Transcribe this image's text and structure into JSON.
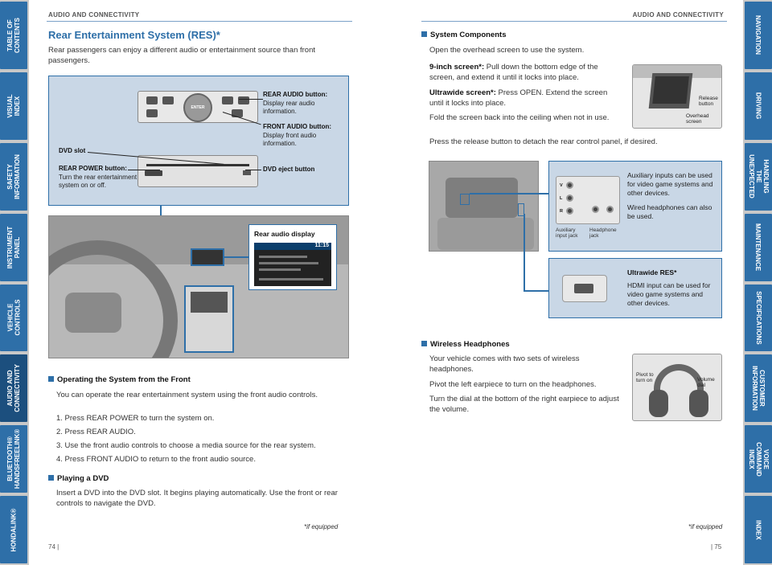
{
  "left_tabs": [
    "TABLE OF CONTENTS",
    "VISUAL INDEX",
    "SAFETY\nINFORMATION",
    "INSTRUMENT PANEL",
    "VEHICLE\nCONTROLS",
    "AUDIO AND\nCONNECTIVITY",
    "BLUETOOTH®\nHANDSFREELINK®",
    "HONDALINK®"
  ],
  "right_tabs": [
    "NAVIGATION",
    "DRIVING",
    "HANDLING THE\nUNEXPECTED",
    "MAINTENANCE",
    "SPECIFICATIONS",
    "CUSTOMER\nINFORMATION",
    "VOICE COMMAND\nINDEX",
    "INDEX"
  ],
  "active_left_tab_index": 5,
  "running_header_left": "AUDIO AND CONNECTIVITY",
  "running_header_right": "AUDIO AND CONNECTIVITY",
  "left_page": {
    "title": "Rear Entertainment System (RES)*",
    "intro": "Rear passengers can enjoy a different audio or entertainment source than front passengers.",
    "diagram": {
      "panel_knob_text": "ENTER",
      "rear_audio_title": "REAR AUDIO button:",
      "rear_audio_desc": "Display rear audio information.",
      "front_audio_title": "FRONT AUDIO button:",
      "front_audio_desc": "Display front audio information.",
      "dvd_slot": "DVD slot",
      "rear_power_title": "REAR POWER button:",
      "rear_power_desc": "Turn the rear entertainment system on or off.",
      "dvd_eject": "DVD eject button"
    },
    "rear_display_label": "Rear audio display",
    "rear_display_time": "11:15",
    "operating": {
      "heading": "Operating the System from the Front",
      "text": "You can operate the rear entertainment system using the front audio controls.",
      "steps": [
        "1.  Press REAR POWER to turn the system on.",
        "2.  Press REAR AUDIO.",
        "3.  Use the front audio controls to choose a media source for the rear system.",
        "4.  Press FRONT AUDIO to return to the front audio source."
      ]
    },
    "playing": {
      "heading": "Playing a DVD",
      "text": "Insert a DVD into the DVD slot. It begins playing automatically. Use the front or rear controls to navigate the DVD."
    },
    "footnote": "*if equipped",
    "page_number": "74  |"
  },
  "right_page": {
    "components": {
      "heading": "System Components",
      "text": "Open the overhead screen to use the system.",
      "nine_inch_label": "9-inch screen*:",
      "nine_inch_text": "Pull down the bottom edge of the screen, and extend it until it locks into place.",
      "ultrawide_label": "Ultrawide screen*:",
      "ultrawide_text": "Press OPEN. Extend the screen until it locks into place.",
      "fold_text": "Fold the screen back into the ceiling when not in use.",
      "release_text": "Press the release button to detach the rear control panel, if desired."
    },
    "overhead_labels": {
      "release": "Release\nbutton",
      "overhead": "Overhead\nscreen"
    },
    "aux_box": {
      "text1": "Auxiliary inputs can be used for video game systems and other devices.",
      "text2": "Wired headphones can also be used.",
      "cap_aux": "Auxiliary\ninput jack",
      "cap_head": "Headphone\njack",
      "jack_v": "V",
      "jack_l": "L",
      "jack_r": "R"
    },
    "hdmi_box": {
      "title": "Ultrawide RES*",
      "text": "HDMI input can be used for video game systems and other devices."
    },
    "wireless": {
      "heading": "Wireless Headphones",
      "p1": "Your vehicle comes with two sets of wireless headphones.",
      "p2": "Pivot the left earpiece to turn on the headphones.",
      "p3": "Turn the dial at the bottom of the right earpiece to adjust the volume."
    },
    "headphone_labels": {
      "pivot": "Pivot to\nturn on",
      "volume": "Volume\ndial"
    },
    "footnote": "*if equipped",
    "page_number": "|  75"
  }
}
